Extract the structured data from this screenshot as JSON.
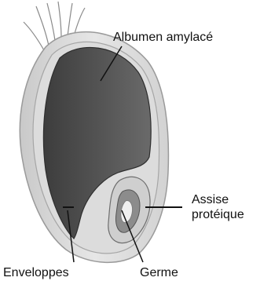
{
  "labels": {
    "albumen": "Albumen amylacé",
    "assise_line1": "Assise",
    "assise_line2": "protéique",
    "enveloppes": "Enveloppes",
    "germe": "Germe"
  }
}
